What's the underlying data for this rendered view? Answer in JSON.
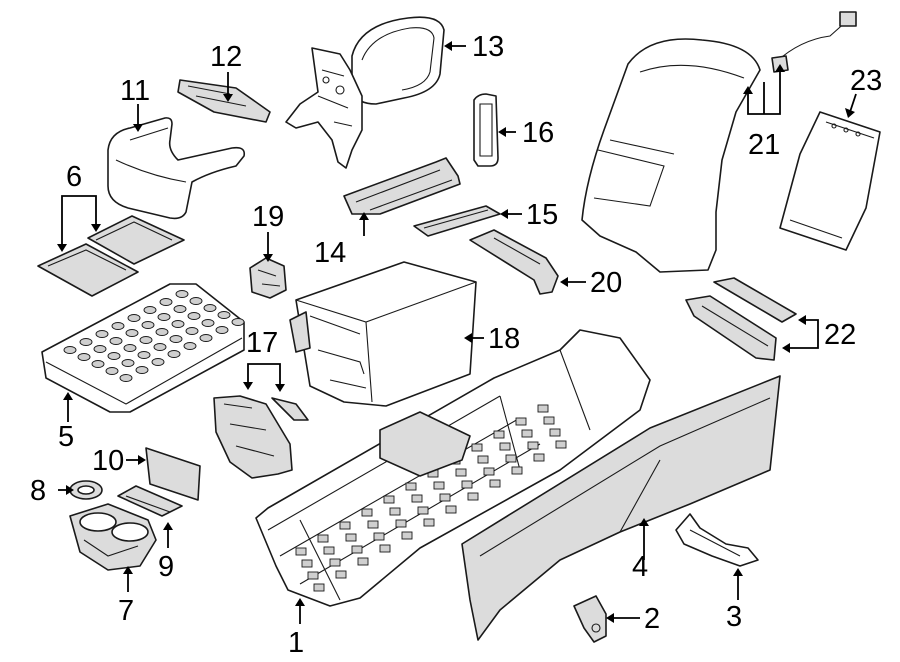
{
  "callouts": [
    {
      "id": "1",
      "text": "1"
    },
    {
      "id": "2",
      "text": "2"
    },
    {
      "id": "3",
      "text": "3"
    },
    {
      "id": "4",
      "text": "4"
    },
    {
      "id": "5",
      "text": "5"
    },
    {
      "id": "6",
      "text": "6"
    },
    {
      "id": "7",
      "text": "7"
    },
    {
      "id": "8",
      "text": "8"
    },
    {
      "id": "9",
      "text": "9"
    },
    {
      "id": "10",
      "text": "10"
    },
    {
      "id": "11",
      "text": "11"
    },
    {
      "id": "12",
      "text": "12"
    },
    {
      "id": "13",
      "text": "13"
    },
    {
      "id": "14",
      "text": "14"
    },
    {
      "id": "15",
      "text": "15"
    },
    {
      "id": "16",
      "text": "16"
    },
    {
      "id": "17",
      "text": "17"
    },
    {
      "id": "18",
      "text": "18"
    },
    {
      "id": "19",
      "text": "19"
    },
    {
      "id": "20",
      "text": "20"
    },
    {
      "id": "21",
      "text": "21"
    },
    {
      "id": "22",
      "text": "22"
    },
    {
      "id": "23",
      "text": "23"
    }
  ],
  "colors": {
    "line": "#1a1a1a",
    "fill": "#ffffff",
    "shade": "#dcdcdc"
  }
}
